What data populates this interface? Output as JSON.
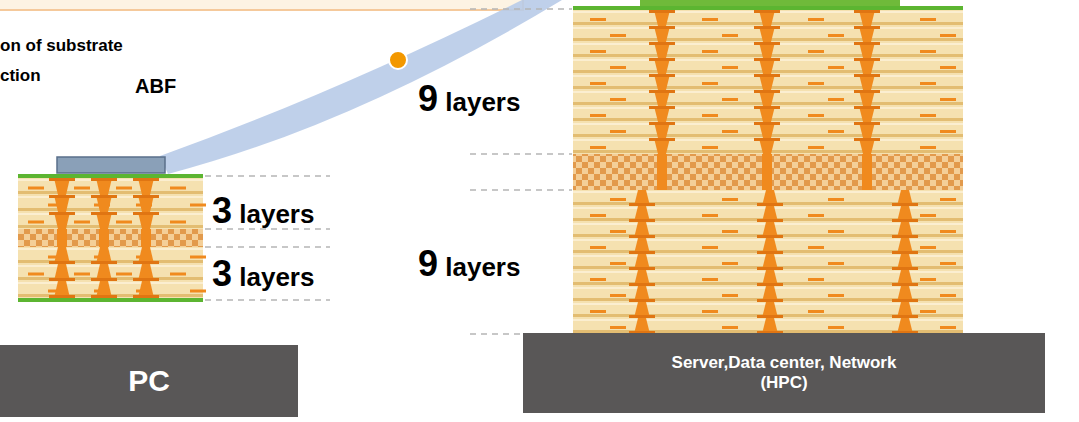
{
  "diagram": {
    "nodes": [
      {
        "text": [
          "PC"
        ]
      },
      {
        "text": [
          "Server,Data center, Network (HPC)"
        ]
      }
    ],
    "labels": [
      "on of substrate",
      "ction",
      "ABF",
      "3 layers",
      "3 layers",
      "9 layers",
      "9 layers"
    ]
  }
}
